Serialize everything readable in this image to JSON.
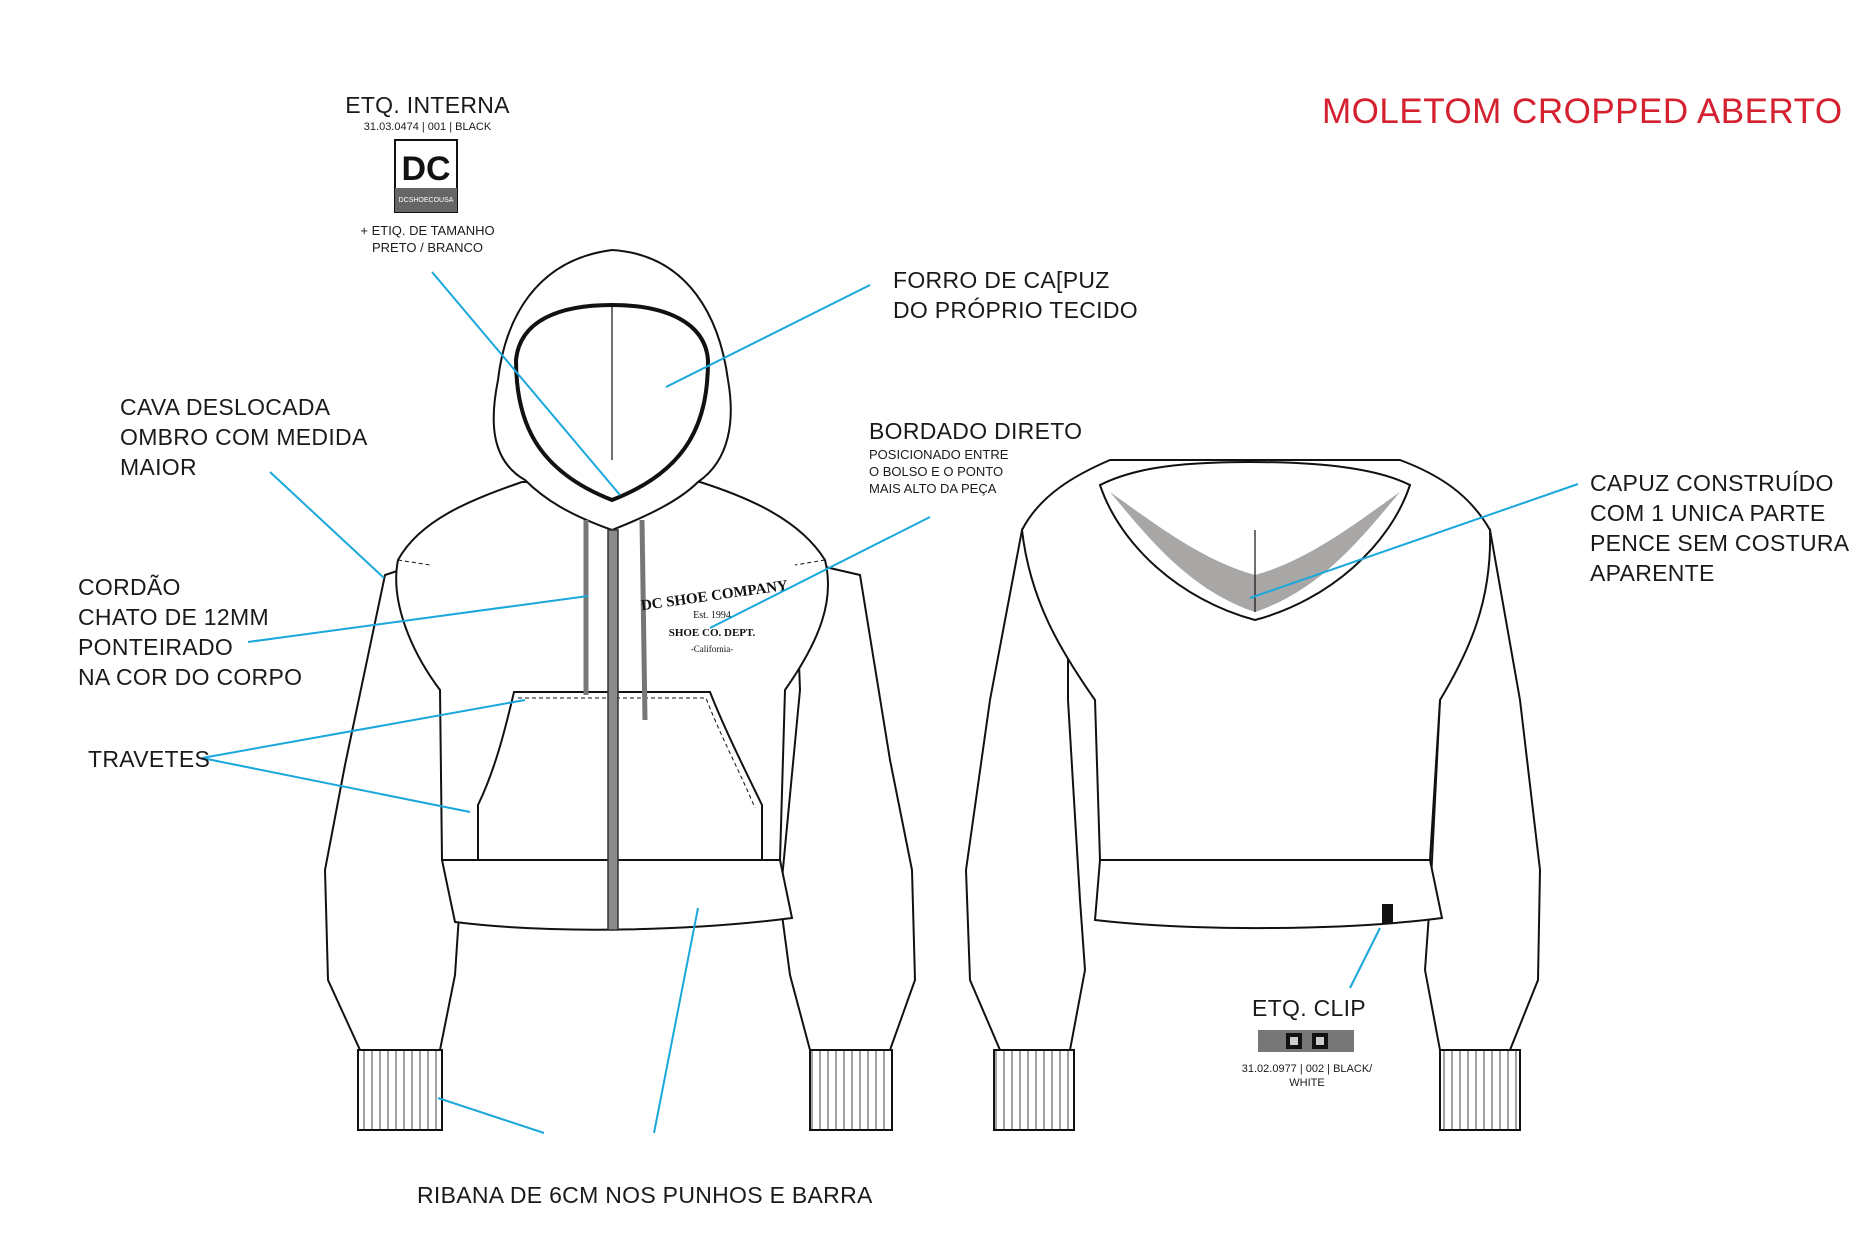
{
  "title": "MOLETOM CROPPED ABERTO",
  "etq_interna": {
    "heading": "ETQ. INTERNA",
    "code": "31.03.0474 | 001 | BLACK",
    "logo_text": "DC",
    "logo_caption": "DCSHOECOUSA",
    "note_line1": "+ ETIQ. DE TAMANHO",
    "note_line2": "PRETO / BRANCO"
  },
  "callouts": {
    "forro": [
      "FORRO DE CA[PUZ",
      "DO PRÓPRIO TECIDO"
    ],
    "cava": [
      "CAVA DESLOCADA",
      "OMBRO COM MEDIDA",
      "MAIOR"
    ],
    "bordado_title": "BORDADO DIRETO",
    "bordado_detail": [
      "POSICIONADO  ENTRE",
      "O BOLSO E O PONTO",
      "MAIS ALTO DA PEÇA"
    ],
    "capuz": [
      "CAPUZ CONSTRUÍDO",
      "COM 1 UNICA PARTE",
      "PENCE  SEM COSTURA",
      "APARENTE"
    ],
    "cordao": [
      "CORDÃO",
      "CHATO DE 12MM",
      "PONTEIRADO",
      "NA COR DO CORPO"
    ],
    "travetes": "TRAVETES",
    "ribana": "RIBANA DE 6CM NOS PUNHOS E BARRA"
  },
  "embroidery": {
    "line1": "DC SHOE COMPANY",
    "line2": "Est. 1994",
    "line3": "SHOE CO. DEPT.",
    "line4": "-California-"
  },
  "etq_clip": {
    "heading": "ETQ. CLIP",
    "code_line1": "31.02.0977 | 002 | BLACK/",
    "code_line2": "WHITE"
  },
  "colors": {
    "title": "#d4202f",
    "leader_lines": "#1aa7dc",
    "outline": "#111111",
    "shadow": "#a9a6a6"
  }
}
